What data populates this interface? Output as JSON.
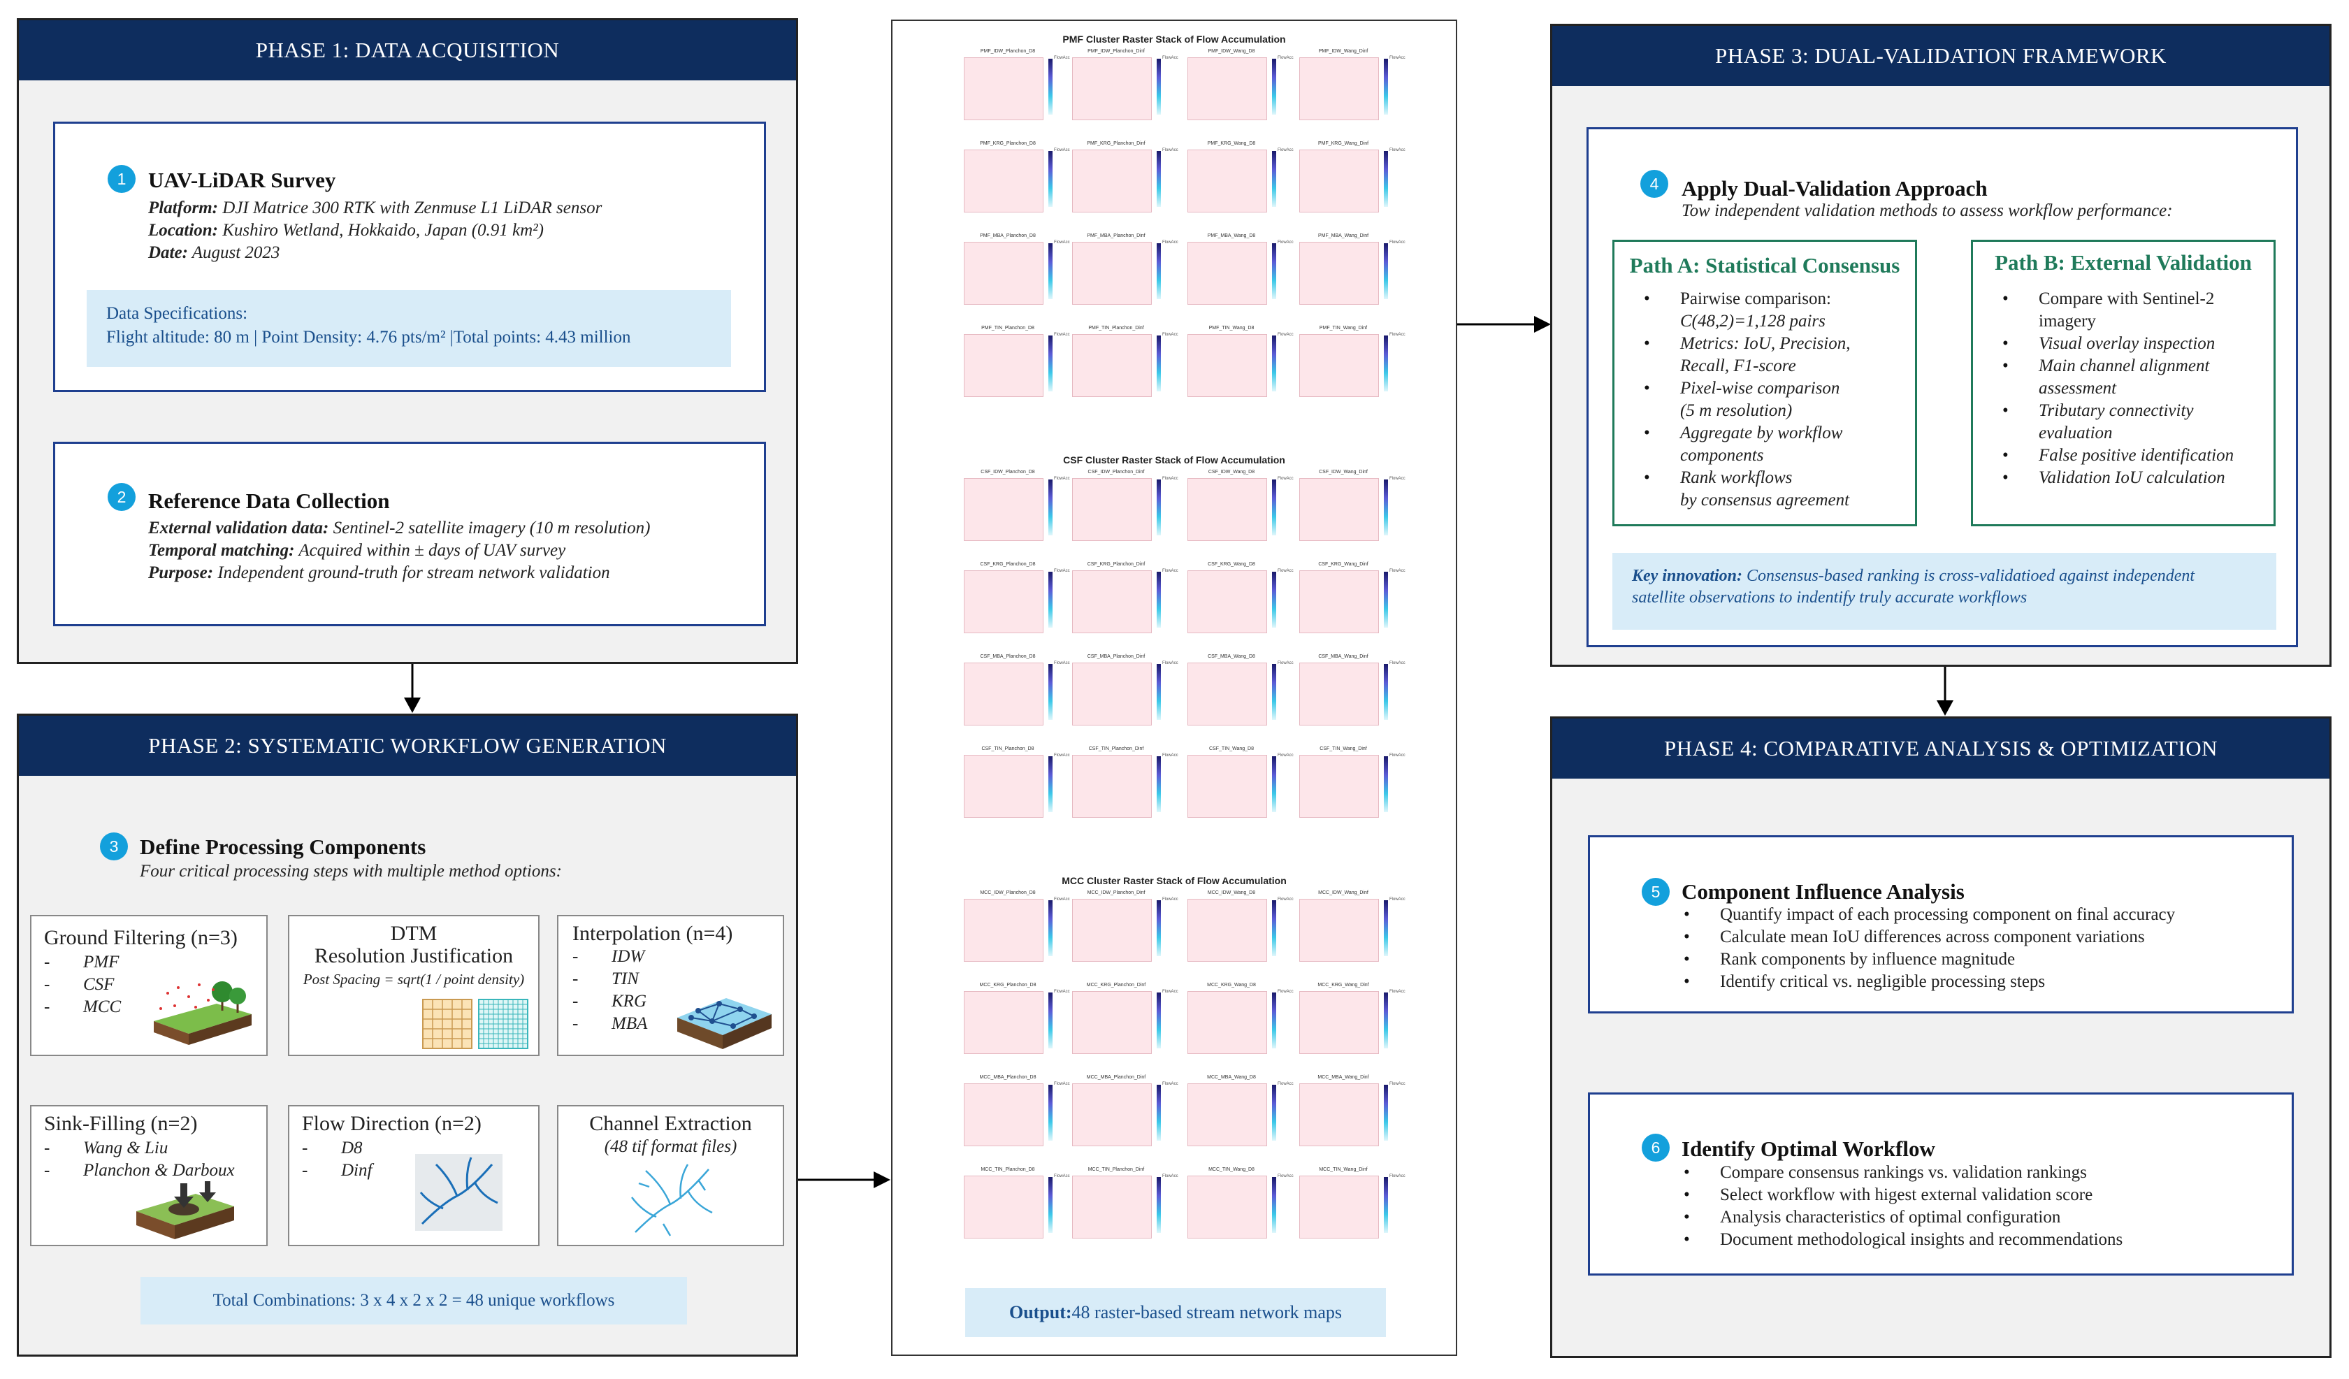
{
  "phase1": {
    "header": "PHASE 1: DATA ACQUISITION",
    "uav": {
      "num": "1",
      "title": "UAV-LiDAR Survey",
      "platform_k": "Platform:",
      "platform_v": " DJI Matrice 300 RTK with Zenmuse L1 LiDAR sensor",
      "location_k": "Location:",
      "location_v": " Kushiro Wetland, Hokkaido, Japan (0.91 km²)",
      "date_k": "Date:",
      "date_v": " August 2023",
      "spec_title": "Data Specifications:",
      "spec_line": "Flight altitude: 80 m  |  Point Density: 4.76 pts/m²  |Total points: 4.43 million"
    },
    "ref": {
      "num": "2",
      "title": "Reference Data Collection",
      "ext_k": "External validation data:",
      "ext_v": " Sentinel-2 satellite imagery (10 m resolution)",
      "temp_k": "Temporal matching:",
      "temp_v": " Acquired within ± days of UAV survey",
      "purp_k": "Purpose:",
      "purp_v": " Independent ground-truth for stream network validation"
    }
  },
  "phase2": {
    "header": "PHASE 2: SYSTEMATIC WORKFLOW GENERATION",
    "num": "3",
    "title": "Define Processing Components",
    "subtitle": "Four critical processing steps with multiple method options:",
    "ground": {
      "title": "Ground Filtering (n=3)",
      "items": [
        "PMF",
        "CSF",
        "MCC"
      ]
    },
    "dtm": {
      "title1": "DTM",
      "title2": "Resolution Justification",
      "formula": "Post Spacing = sqrt(1 / point density)"
    },
    "interp": {
      "title": "Interpolation (n=4)",
      "items": [
        "IDW",
        "TIN",
        "KRG",
        "MBA"
      ]
    },
    "sink": {
      "title": "Sink-Filling (n=2)",
      "items": [
        "Wang & Liu",
        "Planchon & Darboux"
      ]
    },
    "flow": {
      "title": "Flow Direction (n=2)",
      "items": [
        "D8",
        "Dinf"
      ]
    },
    "channel": {
      "title": "Channel Extraction",
      "subtitle": "(48 tif format files)"
    },
    "total": "Total Combinations: 3 x 4 x 2 x 2 = 48 unique workflows",
    "dash": "-"
  },
  "center": {
    "stacks": [
      {
        "title": "PMF Cluster Raster Stack of Flow Accumulation",
        "prefix": "PMF"
      },
      {
        "title": "CSF Cluster Raster Stack of Flow Accumulation",
        "prefix": "CSF"
      },
      {
        "title": "MCC Cluster Raster Stack of Flow Accumulation",
        "prefix": "MCC"
      }
    ],
    "interp": [
      "IDW",
      "KRG",
      "MBA",
      "TIN"
    ],
    "cols": [
      "Planchon_D8",
      "Planchon_Dinf",
      "Wang_D8",
      "Wang_Dinf"
    ],
    "cbar_label": "FlowAcc",
    "output_k": "Output:",
    "output_v": " 48 raster-based stream network maps"
  },
  "phase3": {
    "header": "PHASE 3: DUAL-VALIDATION FRAMEWORK",
    "num": "4",
    "title": "Apply Dual-Validation Approach",
    "subtitle": "Tow independent validation methods to assess workflow performance:",
    "pathA": {
      "title": "Path A: Statistical Consensus",
      "lines": [
        "Pairwise comparison:",
        "C(48,2)=1,128 pairs",
        "Metrics: IoU, Precision,",
        "Recall, F1-score",
        "Pixel-wise comparison",
        "(5 m resolution)",
        "Aggregate by workflow",
        "components",
        "Rank workflows",
        "by consensus agreement"
      ]
    },
    "pathB": {
      "title": "Path B: External Validation",
      "lines": [
        "Compare with Sentinel-2",
        "imagery",
        "Visual overlay inspection",
        "Main channel alignment",
        "assessment",
        "Tributary connectivity",
        "evaluation",
        "False positive identification",
        "Validation IoU calculation"
      ]
    },
    "key_k": "Key innovation:",
    "key_v1": " Consensus-based ranking is cross-validatioed against independent",
    "key_v2": "satellite observations to indentify truly accurate workflows",
    "bullet": "•"
  },
  "phase4": {
    "header": "PHASE 4: COMPARATIVE ANALYSIS & OPTIMIZATION",
    "c5": {
      "num": "5",
      "title": "Component Influence Analysis",
      "items": [
        "Quantify impact of each processing component on final accuracy",
        "Calculate mean IoU differences across component variations",
        "Rank components by influence magnitude",
        "Identify critical vs. negligible processing steps"
      ]
    },
    "c6": {
      "num": "6",
      "title": "Identify Optimal Workflow",
      "items": [
        "Compare consensus rankings vs. validation rankings",
        "Select workflow with higest external validation score",
        "Analysis characteristics of optimal configuration",
        "Document methodological insights and recommendations"
      ]
    }
  },
  "colors": {
    "header": "#0e2d5e",
    "card_border": "#1f3f8f",
    "accent": "#13a0dc",
    "path_green": "#1f7a5a",
    "note_bg": "#d8ecf8"
  }
}
